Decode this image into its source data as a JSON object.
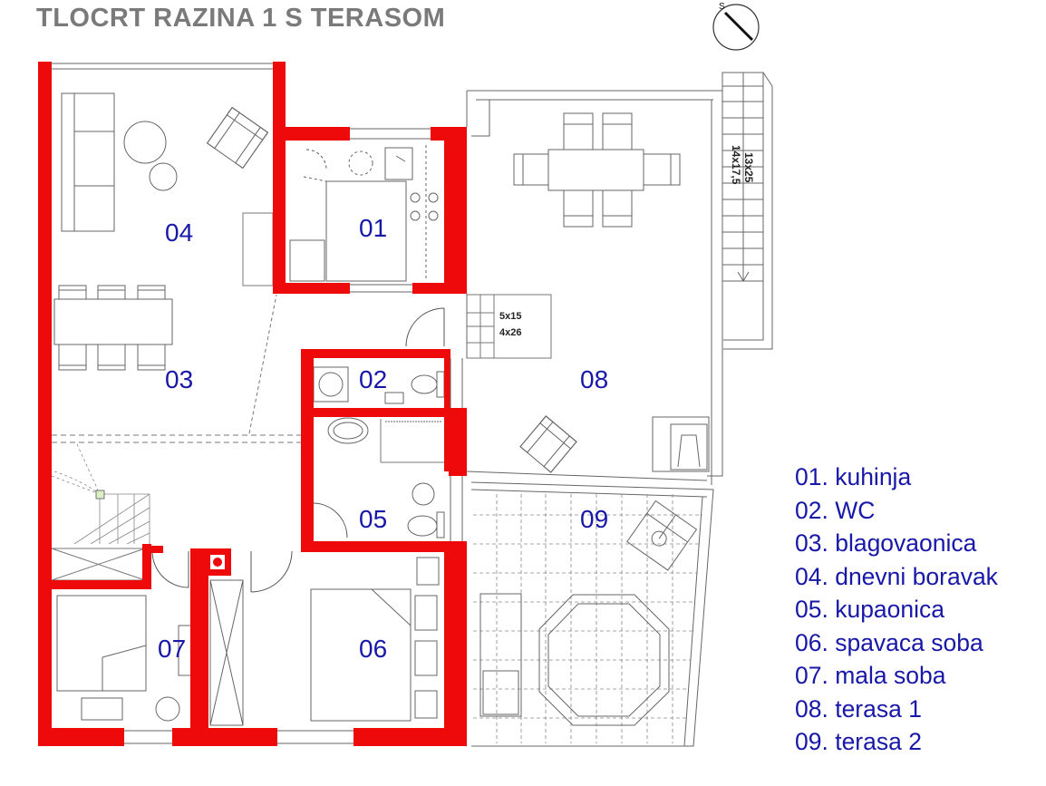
{
  "title": "TLOCRT RAZINA 1 S TERASOM",
  "compass": {
    "label": "S"
  },
  "rooms": {
    "r01": "01",
    "r02": "02",
    "r03": "03",
    "r04": "04",
    "r05": "05",
    "r06": "06",
    "r07": "07",
    "r08": "08",
    "r09": "09"
  },
  "stairs": {
    "inner_line1": "5x15",
    "inner_line2": "4x26",
    "outer_line1": "13x25",
    "outer_line2": "14x17,5"
  },
  "legend": [
    "01. kuhinja",
    "02. WC",
    "03. blagovaonica",
    "04. dnevni boravak",
    "05. kupaonica",
    "06. spavaca soba",
    "07. mala soba",
    "08. terasa 1",
    "09. terasa 2"
  ],
  "colors": {
    "wall": "#ee0a0a",
    "line": "#555555",
    "label": "#1818a8",
    "title": "#7a7a7a"
  }
}
